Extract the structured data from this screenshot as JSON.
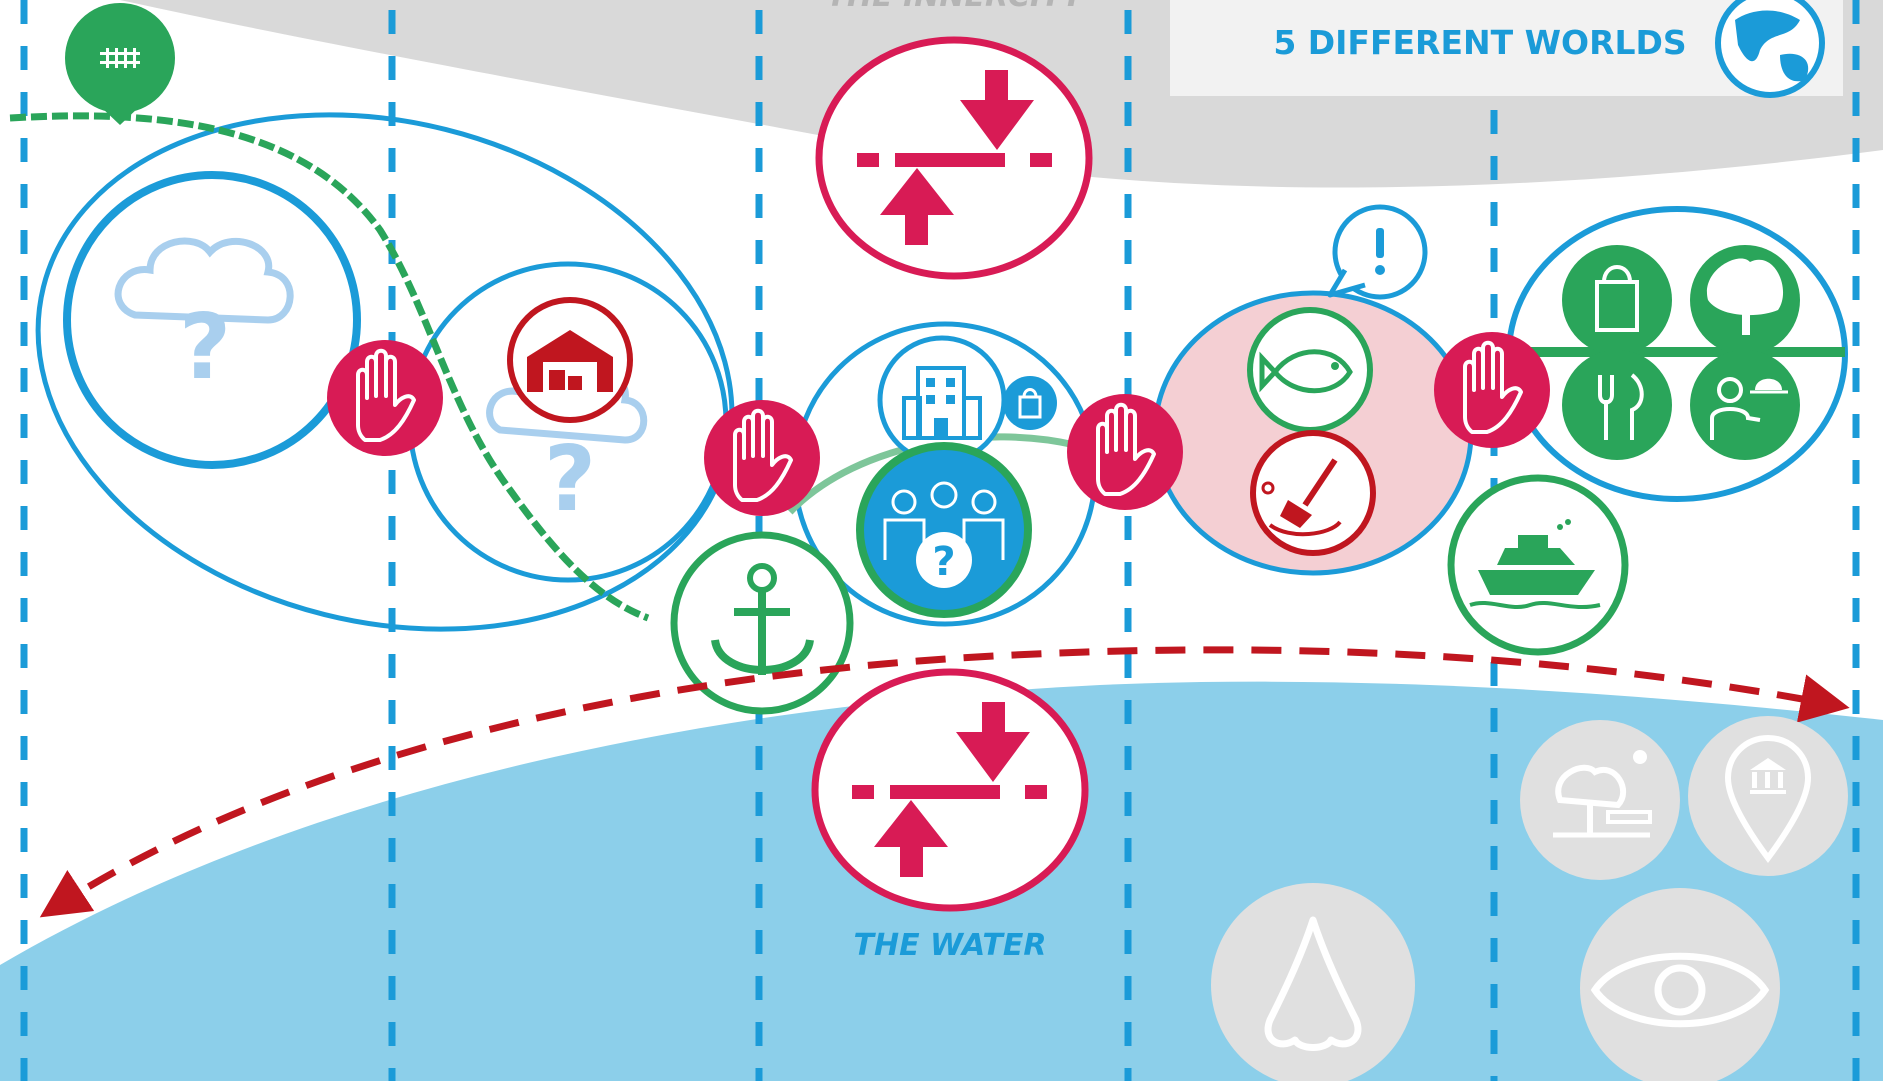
{
  "title": "5 DIFFERENT WORLDS",
  "zones": {
    "inner_city": "THE INNERCITY",
    "water": "THE WATER"
  },
  "icons": {
    "top_left_badge": "railway-track-icon",
    "cloud_question": "cloud-question-icon",
    "warehouse": "warehouse-icon",
    "stop_hand": "stop-hand-icon",
    "anchor": "anchor-icon",
    "office": "office-building-icon",
    "shopping_bag": "shopping-bag-icon",
    "people": "people-question-icon",
    "fish": "fish-icon",
    "cleaning": "cleaning-brush-icon",
    "alert": "exclamation-speech-icon",
    "shopping": "shopping-bag-icon",
    "tree": "tree-icon",
    "dining": "fork-knife-icon",
    "waiter": "waiter-icon",
    "ship": "cruise-ship-icon",
    "park": "park-bench-icon",
    "landmark": "museum-pin-icon",
    "nose": "nose-icon",
    "eye": "eye-icon",
    "globe": "globe-icon",
    "pressure_top": "compression-arrows-icon",
    "pressure_bottom": "compression-arrows-icon"
  },
  "colors": {
    "blue": "#1b9bd8",
    "green": "#2aa55a",
    "red": "#d81b55",
    "dark_red": "#c0161f",
    "light_blue": "#8ccfea",
    "grey": "#d9d9d9",
    "pale_grey": "#e6e6e6"
  }
}
